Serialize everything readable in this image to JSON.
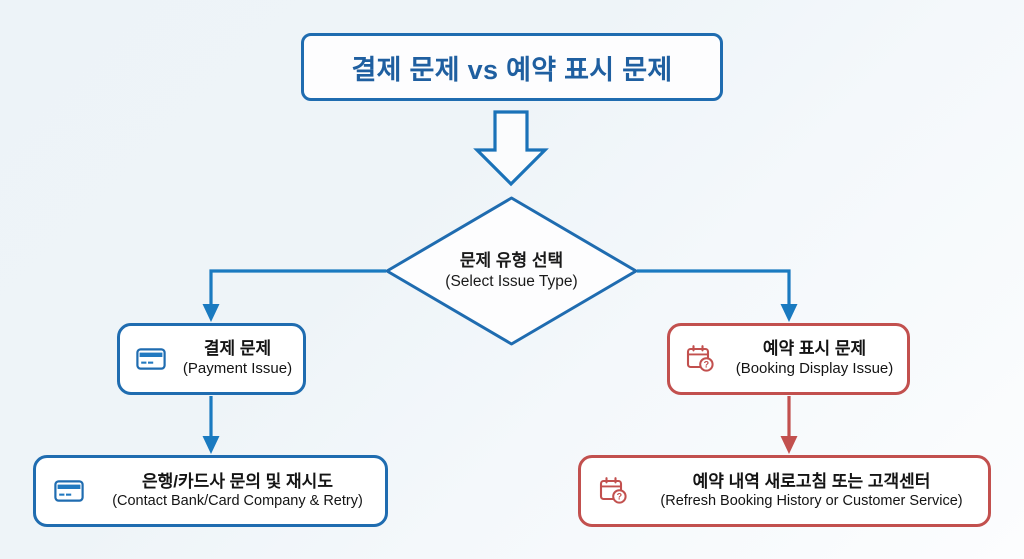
{
  "theme": {
    "background_top": "#edf3f8",
    "background_bottom": "#fcfdfe",
    "blue": "#1f6cb0",
    "blue_accent": "#1a7ac0",
    "blue_title_text": "#1f5fa0",
    "red": "#c2504e",
    "text": "#141414"
  },
  "title": {
    "text": "결제 문제 vs 예약 표시 문제"
  },
  "decision": {
    "ko": "문제 유형 선택",
    "en": "(Select Issue Type)"
  },
  "branches": {
    "left": {
      "option": {
        "icon": "credit-card-icon",
        "ko": "결제 문제",
        "en": "(Payment Issue)",
        "color": "#1f6cb0"
      },
      "action": {
        "icon": "credit-card-icon",
        "ko": "은행/카드사 문의 및 재시도",
        "en": "(Contact Bank/Card Company & Retry)",
        "color": "#1f6cb0"
      }
    },
    "right": {
      "option": {
        "icon": "calendar-question-icon",
        "ko": "예약 표시 문제",
        "en": "(Booking Display Issue)",
        "color": "#c2504e"
      },
      "action": {
        "icon": "calendar-question-icon",
        "ko": "예약 내역 새로고침 또는 고객센터",
        "en": "(Refresh Booking History or Customer Service)",
        "color": "#c2504e"
      }
    }
  },
  "connectors": {
    "title_to_decision": "block-arrow-down",
    "decision_to_left": "elbow-arrow-left-down",
    "decision_to_right": "elbow-arrow-right-down",
    "left_option_to_action": "arrow-down",
    "right_option_to_action": "arrow-down"
  }
}
